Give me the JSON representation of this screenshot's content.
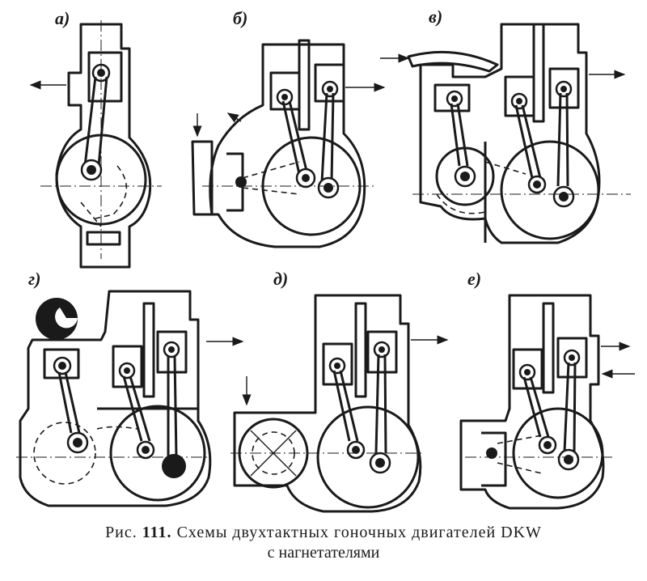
{
  "panels": [
    {
      "label": "а)"
    },
    {
      "label": "б)"
    },
    {
      "label": "в)"
    },
    {
      "label": "г)"
    },
    {
      "label": "д)"
    },
    {
      "label": "е)"
    }
  ],
  "caption": {
    "prefix": "Рис.",
    "number": "111.",
    "line1": "Схемы двухтактных гоночных двигателей DKW",
    "line2": "с нагнетателями"
  },
  "colors": {
    "ink": "#1a1a1a",
    "paper": "#ffffff"
  }
}
